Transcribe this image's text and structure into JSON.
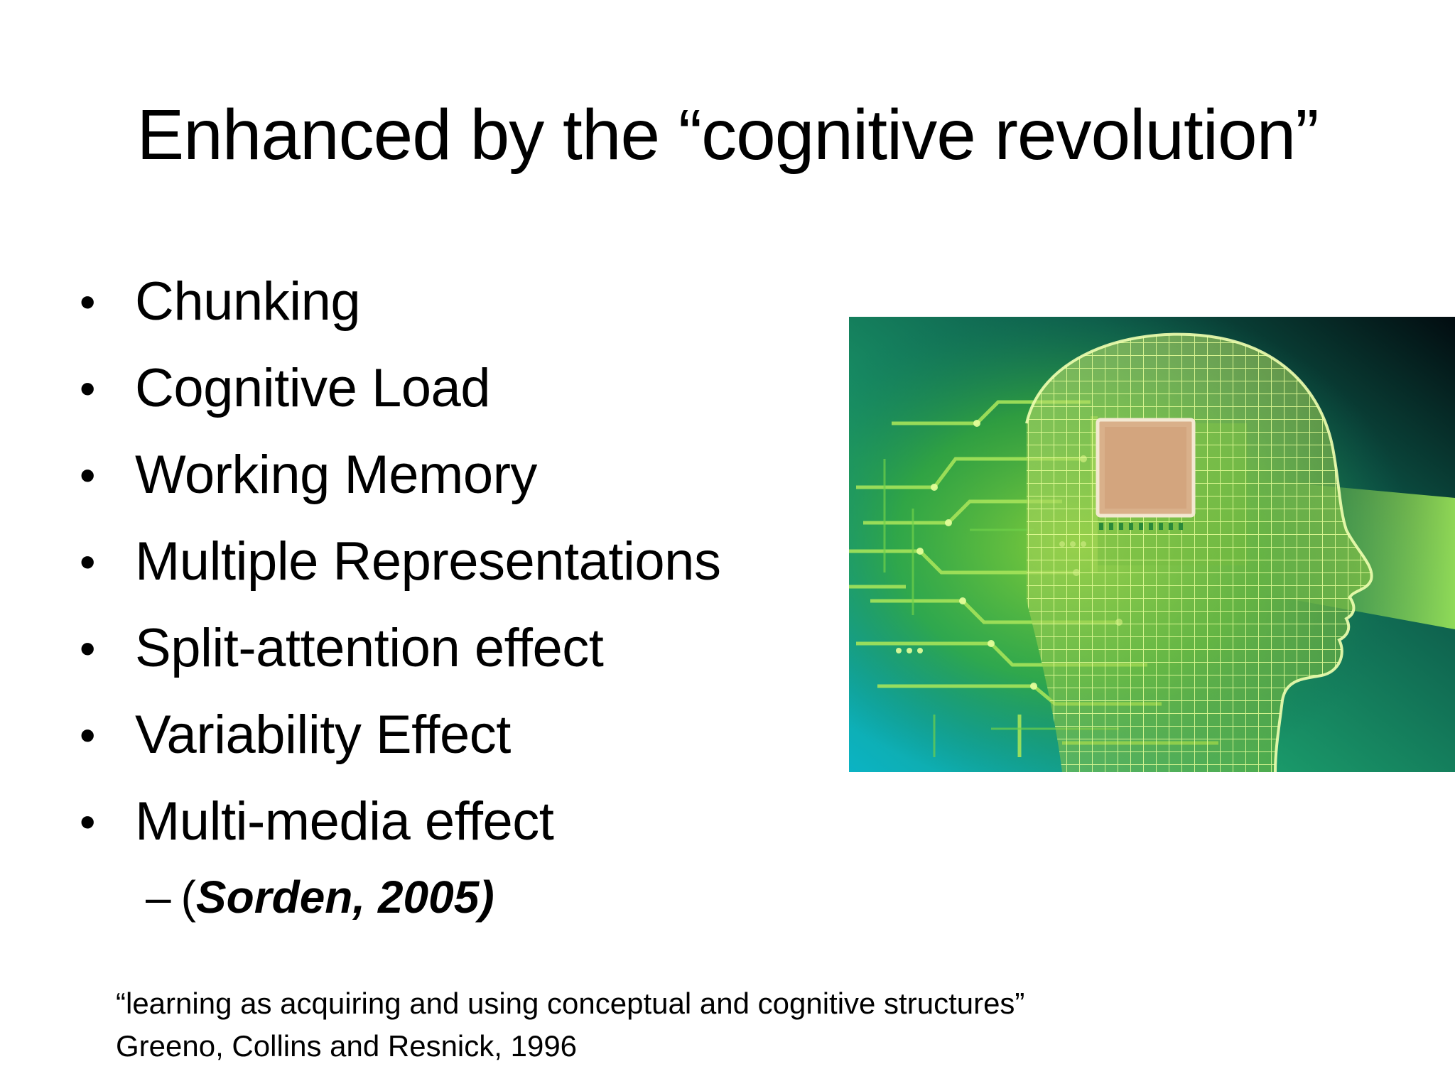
{
  "slide": {
    "title": "Enhanced by the “cognitive revolution”",
    "bullets": [
      "Chunking",
      "Cognitive Load",
      "Working Memory",
      "Multiple Representations",
      "Split-attention effect",
      "Variability Effect",
      "Multi-media effect"
    ],
    "bullet_symbol": "•",
    "sub_item": {
      "dash": "–",
      "open_paren": "(",
      "citation": "Sorden, 2005)"
    },
    "quote": {
      "text": "“learning as acquiring and using conceptual and cognitive structures”",
      "attribution": "Greeno, Collins and Resnick, 1996"
    },
    "image": {
      "description_icon": "circuit-head-illustration",
      "colors": {
        "teal": "#0aa5b5",
        "green": "#3fb53a",
        "lime": "#b8e05a",
        "dark": "#06252d",
        "chip": "#d9b08a"
      }
    }
  }
}
